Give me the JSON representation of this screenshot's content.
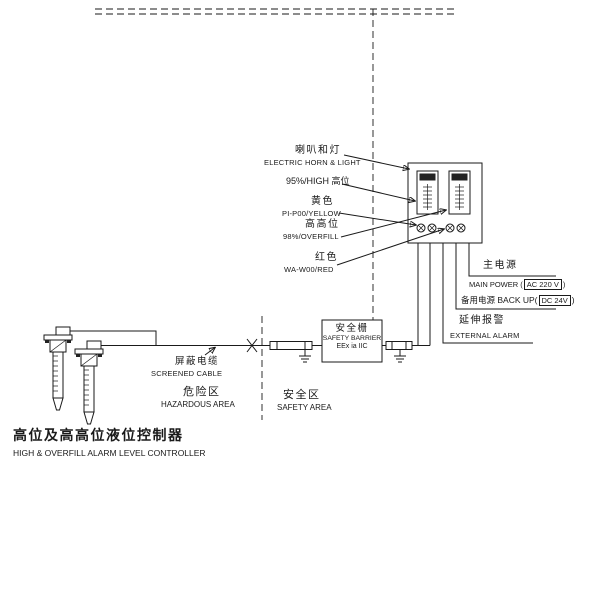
{
  "drawing": {
    "title_cn": "高位及高高位液位控制器",
    "title_en": "HIGH & OVERFILL ALARM LEVEL CONTROLLER"
  },
  "callouts": {
    "horn_cn": "喇叭和灯",
    "horn_en": "ELECTRIC HORN & LIGHT",
    "high_level": "95%/HIGH 高位",
    "yellow_cn": "黄色",
    "yellow_tag": "PI-P00/YELLOW",
    "overfill_cn": "高高位",
    "overfill_tag": "98%/OVERFILL",
    "red_cn": "红色",
    "red_tag": "WA-W00/RED",
    "screened_cable_cn": "屏蔽电缆",
    "screened_cable_en": "SCREENED CABLE"
  },
  "power": {
    "main_cn": "主电源",
    "main_en_prefix": "MAIN POWER (",
    "main_boxed": "AC 220 V",
    "main_en_suffix": ")",
    "backup_prefix": "备用电源 BACK UP(",
    "backup_boxed": "DC 24V",
    "backup_suffix": ")",
    "ext_alarm_cn": "延伸报警",
    "ext_alarm_en": "EXTERNAL ALARM"
  },
  "barrier": {
    "name_cn": "安全栅",
    "name_en": "SAFETY BARRIER",
    "cert": "EEx ia IIC"
  },
  "zones": {
    "hazardous_cn": "危险区",
    "hazardous_en": "HAZARDOUS AREA",
    "safety_cn": "安全区",
    "safety_en": "SAFETY AREA"
  }
}
